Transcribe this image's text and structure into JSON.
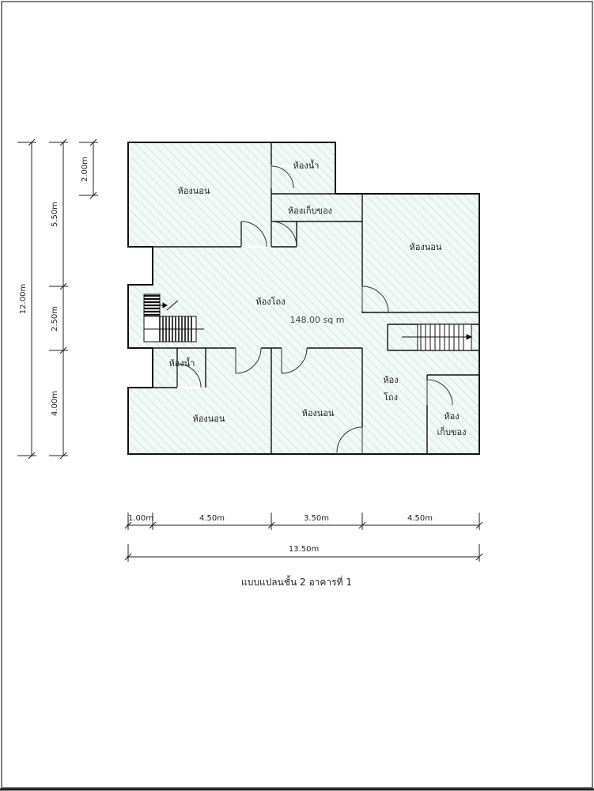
{
  "plan": {
    "title": "แบบแปลนชั้น 2 อาคารที่ 1",
    "area": "148.00 sq m"
  },
  "rooms": {
    "bedroom_top_left": "ห้องนอน",
    "bathroom_top": "ห้องน้ำ",
    "storage_top": "ห้องเก็บของ",
    "bedroom_right": "ห้องนอน",
    "hall_main": "ห้องโถง",
    "bathroom_bottom": "ห้องน้ำ",
    "bedroom_bottom_left": "ห้องนอน",
    "bedroom_bottom_mid": "ห้องนอน",
    "hall_right_line1": "ห้อง",
    "hall_right_line2": "โถง",
    "storage_right_line1": "ห้อง",
    "storage_right_line2": "เก็บของ"
  },
  "dimensions": {
    "vertical_total": "12.00m",
    "vertical_2": "2.00m",
    "vertical_5_5": "5.50m",
    "vertical_2_5": "2.50m",
    "vertical_4": "4.00m",
    "horizontal_1": "1.00m",
    "horizontal_4_5a": "4.50m",
    "horizontal_3_5": "3.50m",
    "horizontal_4_5b": "4.50m",
    "horizontal_total": "13.50m"
  },
  "colors": {
    "wall": "#111111",
    "hatch": "#a8d4c4",
    "fill": "#eef6f2",
    "door": "#333333"
  }
}
